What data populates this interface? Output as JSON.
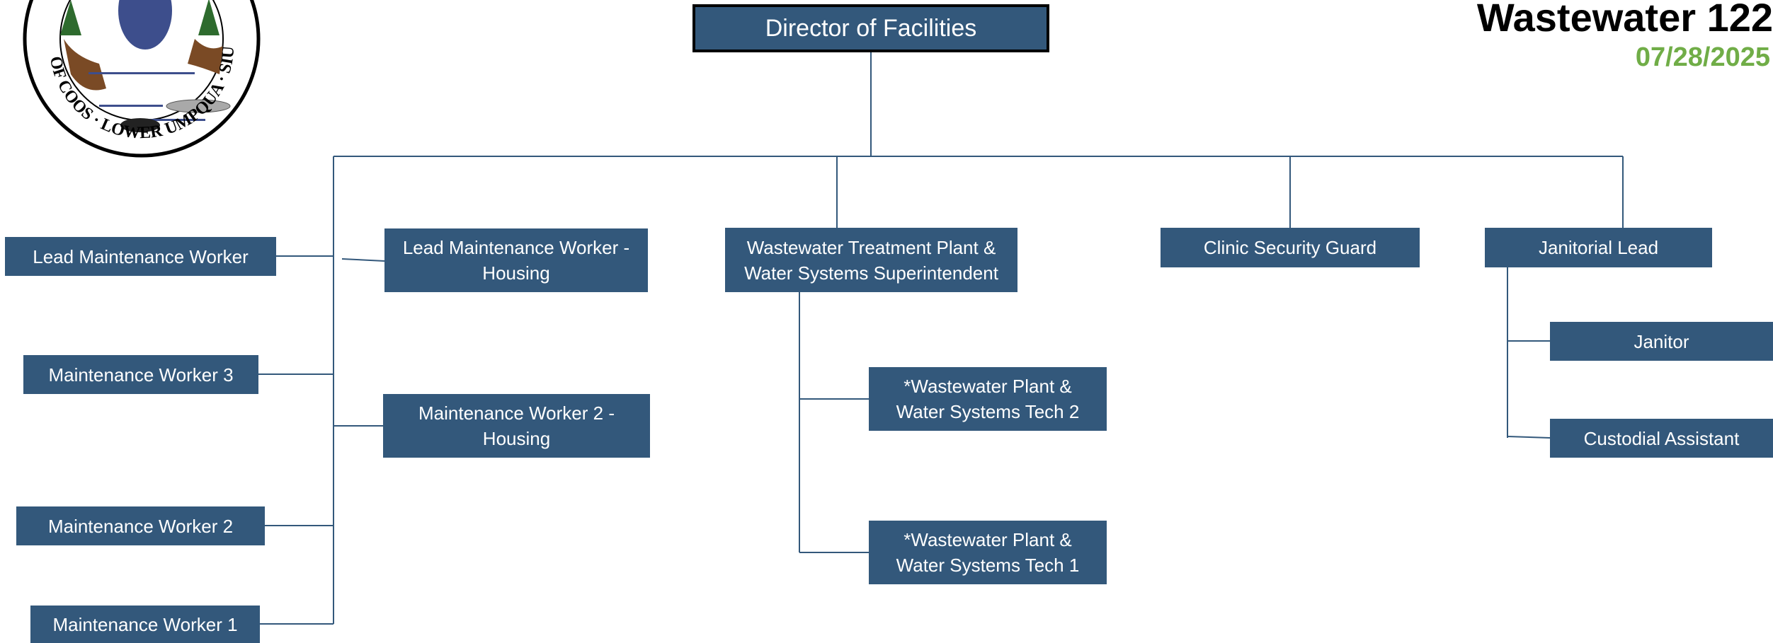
{
  "header": {
    "title": "Wastewater 122",
    "date": "07/28/2025"
  },
  "seal": {
    "text": "OF COOS · LOWER UMPQUA · SIUSLAW"
  },
  "colors": {
    "box_fill": "#33587b",
    "line": "#33587b",
    "date": "#70ad47"
  },
  "org": {
    "director": "Director of Facilities",
    "lead_maintenance_worker": "Lead Maintenance Worker",
    "maintenance_worker_3": "Maintenance Worker 3",
    "maintenance_worker_2": "Maintenance Worker 2",
    "maintenance_worker_1": "Maintenance Worker 1",
    "lead_maintenance_worker_housing_line1": "Lead Maintenance Worker -",
    "lead_maintenance_worker_housing_line2": "Housing",
    "maintenance_worker_2_housing_line1": "Maintenance Worker 2 -",
    "maintenance_worker_2_housing_line2": "Housing",
    "superintendent_line1": "Wastewater Treatment Plant &",
    "superintendent_line2": "Water Systems Superintendent",
    "tech2_line1": "*Wastewater Plant &",
    "tech2_line2": "Water Systems Tech 2",
    "tech1_line1": "*Wastewater Plant &",
    "tech1_line2": "Water Systems Tech 1",
    "clinic_security_guard": "Clinic Security Guard",
    "janitorial_lead": "Janitorial Lead",
    "janitor": "Janitor",
    "custodial_assistant": "Custodial Assistant"
  }
}
